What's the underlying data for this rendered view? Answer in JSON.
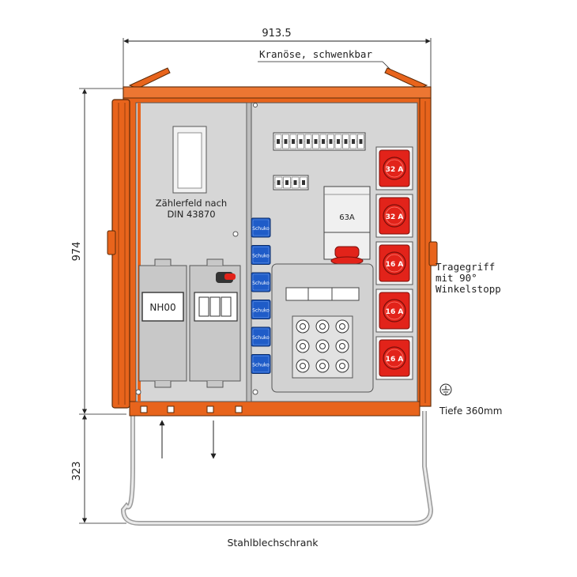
{
  "dimensions": {
    "width": "913.5",
    "height": "974",
    "leg_height": "323"
  },
  "labels": {
    "crane_eye": "Kranöse, schwenkbar",
    "meter_field_line1": "Zählerfeld nach",
    "meter_field_line2": "DIN 43870",
    "nh_fuse": "NH00",
    "main_switch": "63A",
    "handle_line1": "Tragegriff",
    "handle_line2": "mit 90°",
    "handle_line3": "Winkelstopp",
    "depth": "Tiefe 360mm",
    "caption": "Stahlblechschrank"
  },
  "schuko_sockets": [
    "Schuko",
    "Schuko",
    "Schuko",
    "Schuko",
    "Schuko",
    "Schuko"
  ],
  "cee_sockets": [
    "32 A",
    "32 A",
    "16 A",
    "16 A",
    "16 A"
  ],
  "colors": {
    "cabinet_orange": "#e8641c",
    "panel_grey": "#d6d6d6",
    "cee_red": "#e2231a",
    "schuko_blue": "#1f5cc8",
    "frame_grey": "#bdbdbd"
  },
  "icons": {
    "ground": "earth-ground-icon"
  }
}
